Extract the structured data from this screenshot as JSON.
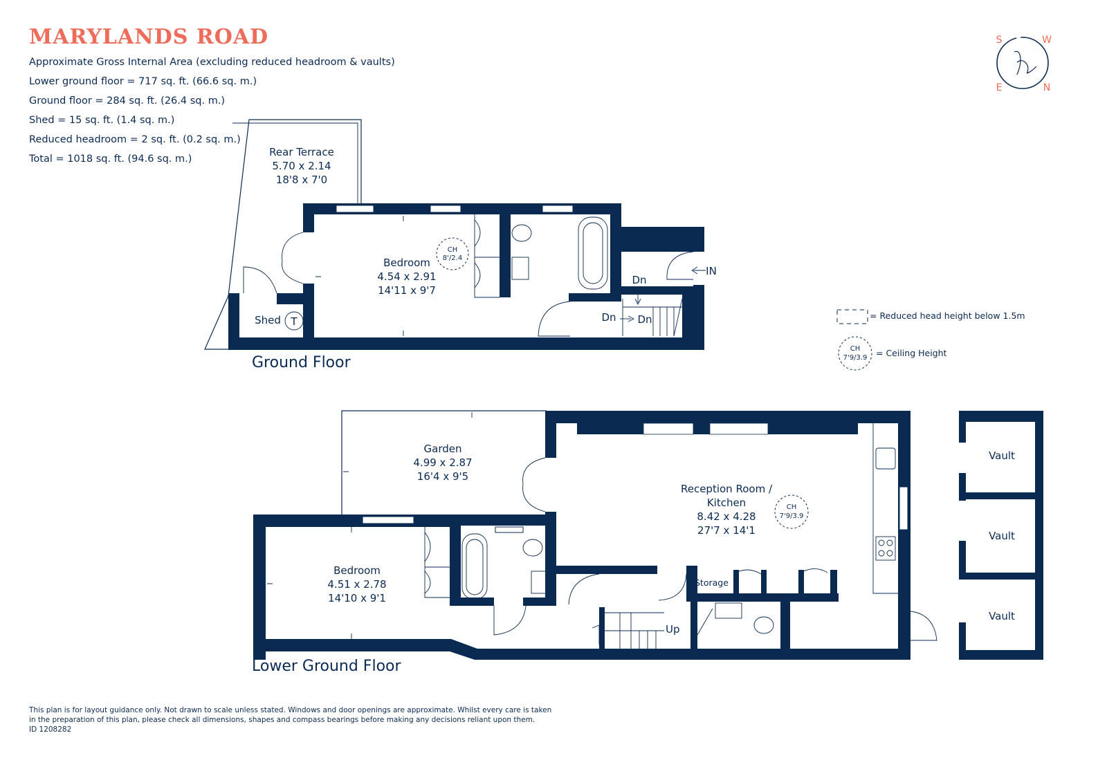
{
  "header": {
    "title": "MARYLANDS ROAD",
    "area_lines": [
      "Approximate Gross Internal Area (excluding reduced headroom & vaults)",
      "Lower ground floor = 717 sq. ft. (66.6 sq. m.)",
      "Ground floor = 284 sq. ft. (26.4 sq. m.)",
      "Shed = 15 sq. ft. (1.4 sq. m.)",
      "Reduced headroom = 2 sq. ft. (0.2 sq. m.)",
      "Total = 1018 sq. ft. (94.6 sq. m.)"
    ]
  },
  "compass": {
    "s": "S",
    "w": "W",
    "e": "E",
    "n": "N",
    "logo": "h"
  },
  "ground_floor": {
    "label": "Ground Floor",
    "rear_terrace": {
      "name": "Rear Terrace",
      "metric": "5.70 x 2.14",
      "imperial": "18'8 x 7'0"
    },
    "bedroom": {
      "name": "Bedroom",
      "metric": "4.54 x 2.91",
      "imperial": "14'11 x 9'7"
    },
    "ceiling_height": {
      "ch": "CH",
      "value": "8'/2.4"
    },
    "shed": "Shed",
    "tank": "T",
    "entrance": "IN",
    "stairs": {
      "dn1": "Dn",
      "dn2": "Dn",
      "dn3": "Dn"
    }
  },
  "lower_ground_floor": {
    "label": "Lower Ground Floor",
    "garden": {
      "name": "Garden",
      "metric": "4.99 x 2.87",
      "imperial": "16'4 x 9'5"
    },
    "reception": {
      "name1": "Reception Room /",
      "name2": "Kitchen",
      "metric": "8.42 x 4.28",
      "imperial": "27'7 x 14'1"
    },
    "ceiling_height": {
      "ch": "CH",
      "value": "7'9/3.9"
    },
    "bedroom": {
      "name": "Bedroom",
      "metric": "4.51 x 2.78",
      "imperial": "14'10 x 9'1"
    },
    "storage": "Storage",
    "stairs": "Up",
    "vaults": [
      "Vault",
      "Vault",
      "Vault"
    ]
  },
  "legend": {
    "reduced_head": "= Reduced head height below 1.5m",
    "ceiling_ch": "CH",
    "ceiling_value": "7'9/3.9",
    "ceiling_height": "= Ceiling Height"
  },
  "disclaimer": {
    "line1": "This plan is for layout guidance only. Not drawn to scale unless stated. Windows and door openings are approximate. Whilst every care is taken",
    "line2": "in the preparation of this plan, please check all dimensions, shapes and compass bearings before making any decisions reliant upon them.",
    "id": "ID 1208282"
  },
  "colors": {
    "accent": "#ef6b5a",
    "wall": "#0a2a52"
  }
}
